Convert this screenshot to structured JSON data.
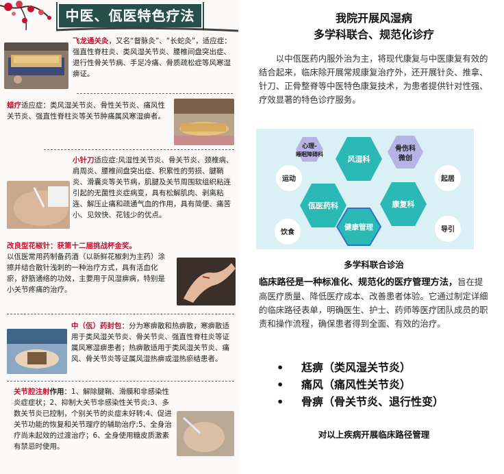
{
  "left": {
    "title": "中医、佤医特色疗法",
    "sections": [
      {
        "head": "飞龙通关灸",
        "body": "，又名“督脉灸”、“长蛇灸”，适应症：强直性脊柱炎、类风湿关节炎、腰椎间盘突出症、退行性骨关节病、手足冷痛、骨质疏松症等风寒湿痹证。"
      },
      {
        "head": "蜡疗",
        "body": "适应症：类风湿关节炎、骨性关节炎、痛风性关节炎、强直性脊柱炎等关节肿痛属风寒湿痹者。"
      },
      {
        "head": "小针刀",
        "body": "适应症:风湿性关节炎、骨关节炎、颈椎病、肩周炎、腰椎间盘突出症、积累性的劳损、腱鞘炎、滑囊炎等关节病，肌腱及关节周围软组织粘连引起的无菌性炎症病变，具有松解肌肉、剥离粘连、解压止痛和疏通气血的作用，具有简便、痛苦小、见效快、花钱少的优点。"
      },
      {
        "head": "改良型花椒针：获第十二届挑战杯金奖。",
        "body": "以佤医常用药制备药酒（以新鲜花椒刺为主药）涂擦并结合散针浅刺的一种治疗方式，具有活血化瘀，舒筋通络的功效，主要用于风湿痹病，特别是小关节疼痛的治疗。"
      },
      {
        "head": "中（佤）药封包",
        "body": "：分为寒痹散和热痹散，寒痹散适用于类风湿关节炎、骨关节炎、强直性脊柱炎等证属风寒湿痹患者；热痹散适用于类风湿关节炎、痛风、骨关节炎等证属风湿热痹或湿热瘀结患者。"
      },
      {
        "head": "关节腔注射",
        "bold": "作用",
        "body": "：1、解除腱鞘、滑膜和非感染性炎症症状；2、抑制大关节非感染性关节炎;3、多数关节炎已控制，个别关节的炎症未好转;4、促进关节功能的恢复和关节理疗的辅助治疗;5、全身治疗尚未起效的过渡治疗；6、全身使用糖皮质激素有禁忌时使用。"
      }
    ]
  },
  "right": {
    "heading_line1": "我院开展风湿病",
    "heading_line2": "多学科联合、规范化诊疗",
    "intro": "以中佤医药内服外治为主，将现代康复与中医康复有效的结合起来，临床除开展常规康复治疗外，还开展针灸、推拿、针刀、正骨整脊等中医特色康复技术，为患者提供针对性强、疗效显著的特色诊疗服务。",
    "diagram": {
      "nodes": [
        {
          "label": "心理-",
          "label2": "睡眠障碍科"
        },
        {
          "label": "风湿科"
        },
        {
          "label": "骨伤科",
          "label2": "微创"
        },
        {
          "label": "运动"
        },
        {
          "label": "起居"
        },
        {
          "label": "佤医药科"
        },
        {
          "label": "康复科"
        },
        {
          "label": "健康管理"
        },
        {
          "label": "饮食"
        },
        {
          "label": "导引"
        }
      ],
      "colors": {
        "teal": "#2ab9b4",
        "purple": "#b8b3e6",
        "sky": "#d9f1f4",
        "blue": "#2e6fd0"
      }
    },
    "sub_title": "多学科联合诊治",
    "clinical_bold": "临床路径是一种标准化、规范化的医疗管理方法，",
    "clinical_rest": "旨在提高医疗质量、降低医疗成本、改善患者体验。它通过制定详细的临床路径表单，明确医生、护士、药师等医疗团队成员的职责和操作流程，确保患者得到全面、有效的治疗。",
    "bullets": [
      "尪痹（类风湿关节炎）",
      "痛风（痛风性关节炎）",
      "骨痹（骨关节炎、退行性变）"
    ],
    "bullet_mark": "•",
    "footer": "对以上疾病开展临床路径管理"
  }
}
